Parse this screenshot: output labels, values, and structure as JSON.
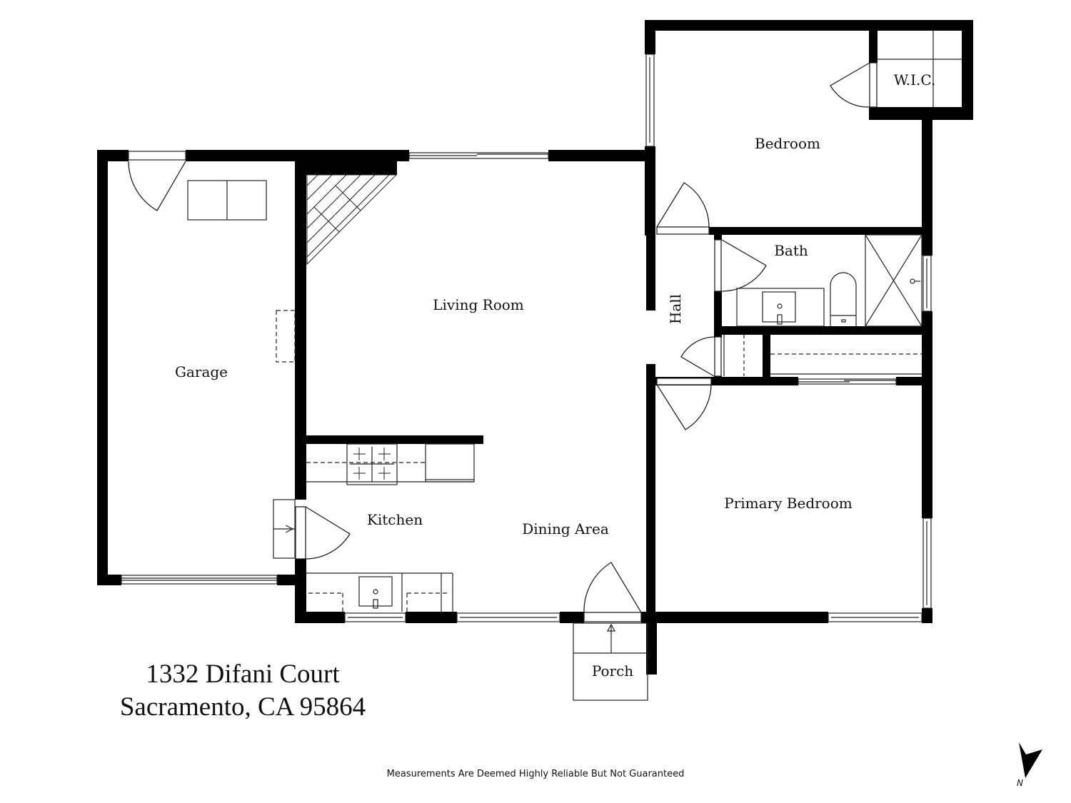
{
  "floorplan": {
    "rooms": [
      {
        "id": "garage",
        "label": "Garage"
      },
      {
        "id": "living-room",
        "label": "Living Room"
      },
      {
        "id": "kitchen",
        "label": "Kitchen"
      },
      {
        "id": "dining-area",
        "label": "Dining Area"
      },
      {
        "id": "bedroom",
        "label": "Bedroom"
      },
      {
        "id": "wic",
        "label": "W.I.C."
      },
      {
        "id": "bath",
        "label": "Bath"
      },
      {
        "id": "hall",
        "label": "Hall"
      },
      {
        "id": "primary-bedroom",
        "label": "Primary Bedroom"
      },
      {
        "id": "porch",
        "label": "Porch"
      }
    ],
    "address": {
      "line1": "1332 Difani Court",
      "line2": "Sacramento, CA  95864"
    },
    "disclaimer": "Measurements Are Deemed Highly Reliable But Not Guaranteed",
    "compass": {
      "label": "N",
      "icon": "north-arrow-icon"
    },
    "colors": {
      "wall": "#000000",
      "background": "#ffffff",
      "line": "#222222"
    }
  }
}
